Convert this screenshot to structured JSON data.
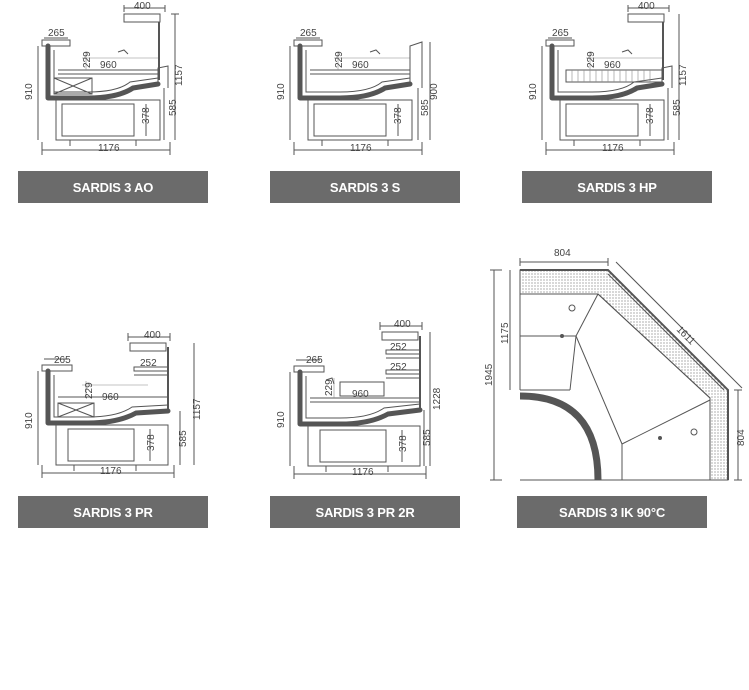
{
  "colors": {
    "label_bg": "#6b6b6b",
    "label_text": "#ffffff",
    "line": "#555555"
  },
  "models": [
    {
      "label": "SARDIS 3 AO",
      "dims": {
        "top": "400",
        "left_top": "265",
        "glass": "229",
        "depth": "960",
        "total_height": "1157",
        "height": "910",
        "base": "585",
        "inner": "378",
        "width": "1176"
      }
    },
    {
      "label": "SARDIS 3 S",
      "dims": {
        "left_top": "265",
        "glass": "229",
        "depth": "960",
        "height": "910",
        "total_height": "900",
        "base": "585",
        "inner": "378",
        "width": "1176"
      }
    },
    {
      "label": "SARDIS 3 HP",
      "dims": {
        "top": "400",
        "left_top": "265",
        "glass": "229",
        "depth": "960",
        "total_height": "1157",
        "height": "910",
        "base": "585",
        "inner": "378",
        "width": "1176"
      }
    },
    {
      "label": "SARDIS 3 PR",
      "dims": {
        "top": "400",
        "left_top": "265",
        "shelf": "252",
        "glass": "229",
        "depth": "960",
        "total_height": "1157",
        "height": "910",
        "base": "585",
        "inner": "378",
        "width": "1176"
      }
    },
    {
      "label": "SARDIS 3 PR 2R",
      "dims": {
        "top": "400",
        "left_top": "265",
        "shelf1": "252",
        "shelf2": "252",
        "glass": "229",
        "depth": "960",
        "total_height": "1228",
        "height": "910",
        "base": "585",
        "inner": "378",
        "width": "1176"
      }
    },
    {
      "label": "SARDIS 3 IK 90°C",
      "dims": {
        "top": "804",
        "diagonal": "1611",
        "side": "804",
        "height": "1945",
        "inner": "1175"
      }
    }
  ]
}
